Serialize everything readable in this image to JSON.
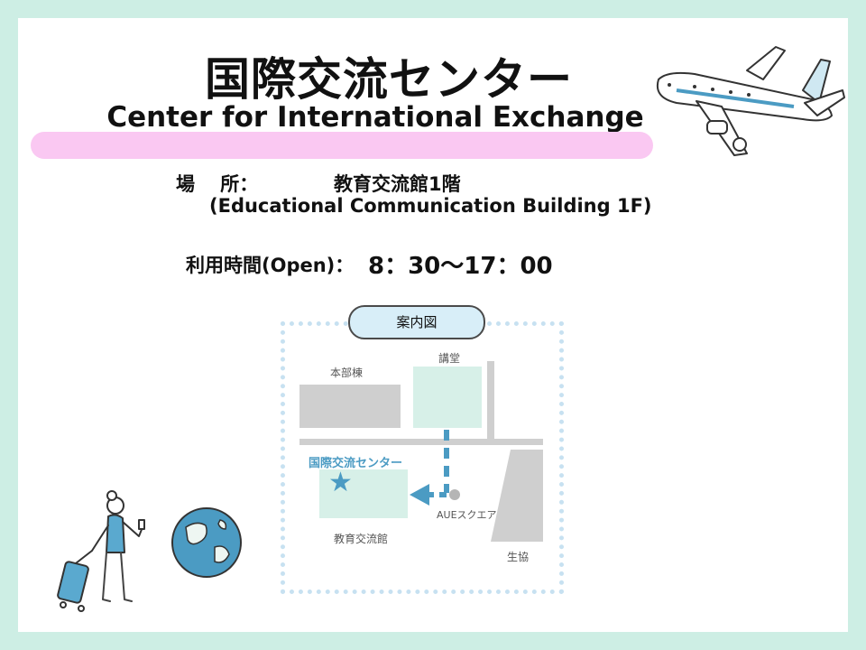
{
  "title_ja": "国際交流センター",
  "title_en": "Center for International Exchange",
  "location": {
    "label": "場　 所：",
    "value": "教育交流館1階",
    "value_en": "(Educational Communication Building 1F)"
  },
  "hours": {
    "label": "利用時間(Open)：",
    "value": "8：30～17：00"
  },
  "map": {
    "title": "案内図",
    "labels": {
      "honbu": "本部棟",
      "kodo": "講堂",
      "center": "国際交流センター",
      "aue": "AUEスクエア",
      "kyoiku": "教育交流館",
      "seikyo": "生協"
    }
  },
  "colors": {
    "background": "#cdeee4",
    "highlight_bar": "#fac8f2",
    "accent_blue": "#4b9bc3",
    "building_gray": "#cfcfcf",
    "building_green": "#d7f0e8"
  }
}
